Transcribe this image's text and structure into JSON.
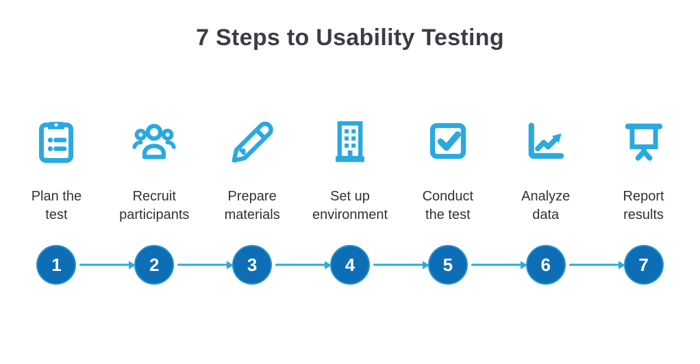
{
  "title": "7 Steps to Usability Testing",
  "colors": {
    "icon_blue": "#29A9E0",
    "circle_fill": "#0D6EB6",
    "circle_ring": "#2493D3",
    "arrow_blue": "#29A9E0",
    "title_text": "#3A3E44",
    "label_text": "#2E3237",
    "background": "#FFFFFF"
  },
  "steps": [
    {
      "number": "1",
      "icon": "clipboard-icon",
      "label_line1": "Plan the",
      "label_line2": "test"
    },
    {
      "number": "2",
      "icon": "people-group-icon",
      "label_line1": "Recruit",
      "label_line2": "participants"
    },
    {
      "number": "3",
      "icon": "pencil-icon",
      "label_line1": "Prepare",
      "label_line2": "materials"
    },
    {
      "number": "4",
      "icon": "building-icon",
      "label_line1": "Set up",
      "label_line2": "environment"
    },
    {
      "number": "5",
      "icon": "checkbox-icon",
      "label_line1": "Conduct",
      "label_line2": "the test"
    },
    {
      "number": "6",
      "icon": "line-chart-icon",
      "label_line1": "Analyze",
      "label_line2": "data"
    },
    {
      "number": "7",
      "icon": "presentation-icon",
      "label_line1": "Report",
      "label_line2": "results"
    }
  ]
}
